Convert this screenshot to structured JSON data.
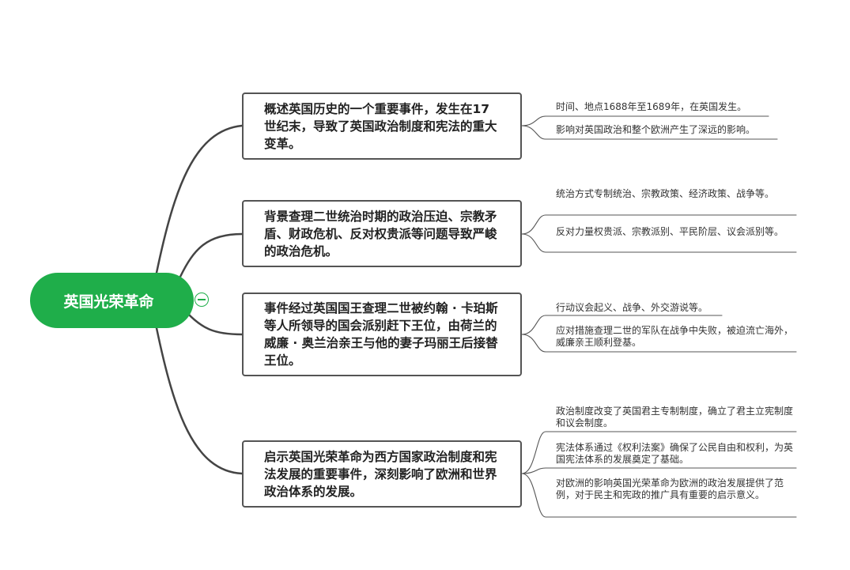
{
  "root": {
    "label": "英国光荣革命"
  },
  "branches": [
    {
      "text": "概述英国历史的一个重要事件，发生在17世纪末，导致了英国政治制度和宪法的重大变革。",
      "details": [
        "时间、地点1688年至1689年，在英国发生。",
        "影响对英国政治和整个欧洲产生了深远的影响。"
      ]
    },
    {
      "text": "背景查理二世统治时期的政治压迫、宗教矛盾、财政危机、反对权贵派等问题导致严峻的政治危机。",
      "details": [
        "统治方式专制统治、宗教政策、经济政策、战争等。",
        "反对力量权贵派、宗教派别、平民阶层、议会派别等。"
      ]
    },
    {
      "text": "事件经过英国国王查理二世被约翰 · 卡珀斯等人所领导的国会派别赶下王位，由荷兰的威廉 · 奥兰治亲王与他的妻子玛丽王后接替王位。",
      "details": [
        "行动议会起义、战争、外交游说等。",
        "应对措施查理二世的军队在战争中失败，被迫流亡海外，威廉亲王顺利登基。"
      ]
    },
    {
      "text": "启示英国光荣革命为西方国家政治制度和宪法发展的重要事件，深刻影响了欧洲和世界政治体系的发展。",
      "details": [
        "政治制度改变了英国君主专制制度，确立了君主立宪制度和议会制度。",
        "宪法体系通过《权利法案》确保了公民自由和权利，为英国宪法体系的发展奠定了基础。",
        "对欧洲的影响英国光荣革命为欧洲的政治发展提供了范例，对于民主和宪政的推广具有重要的启示意义。"
      ]
    }
  ]
}
